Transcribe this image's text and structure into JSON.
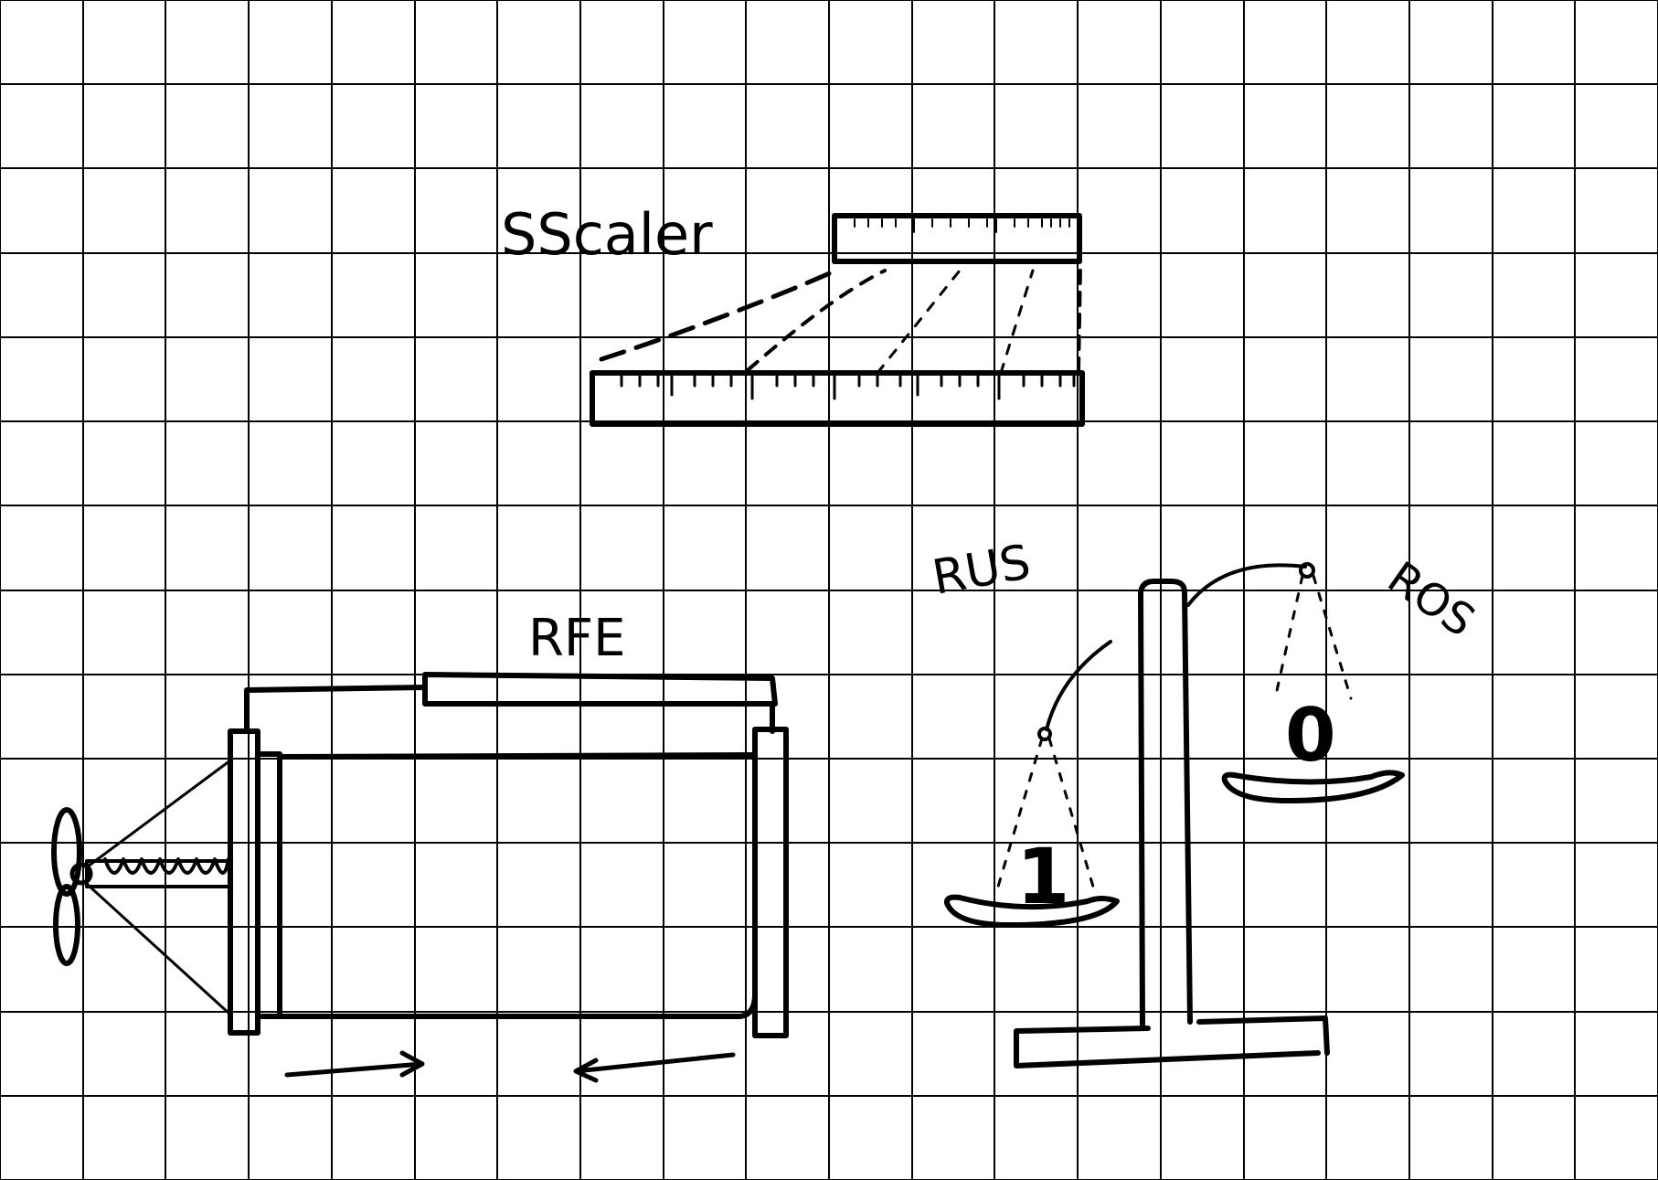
{
  "labels": {
    "sscaler": "SScaler",
    "rfe": "RFE",
    "rus": "RUS",
    "ros": "ROS",
    "digit_one": "1",
    "digit_zero": "0"
  },
  "colors": {
    "ink": "#000000",
    "paper": "#ffffff",
    "grid": "#000000"
  },
  "grid": {
    "columns": 20,
    "rows": 14
  }
}
